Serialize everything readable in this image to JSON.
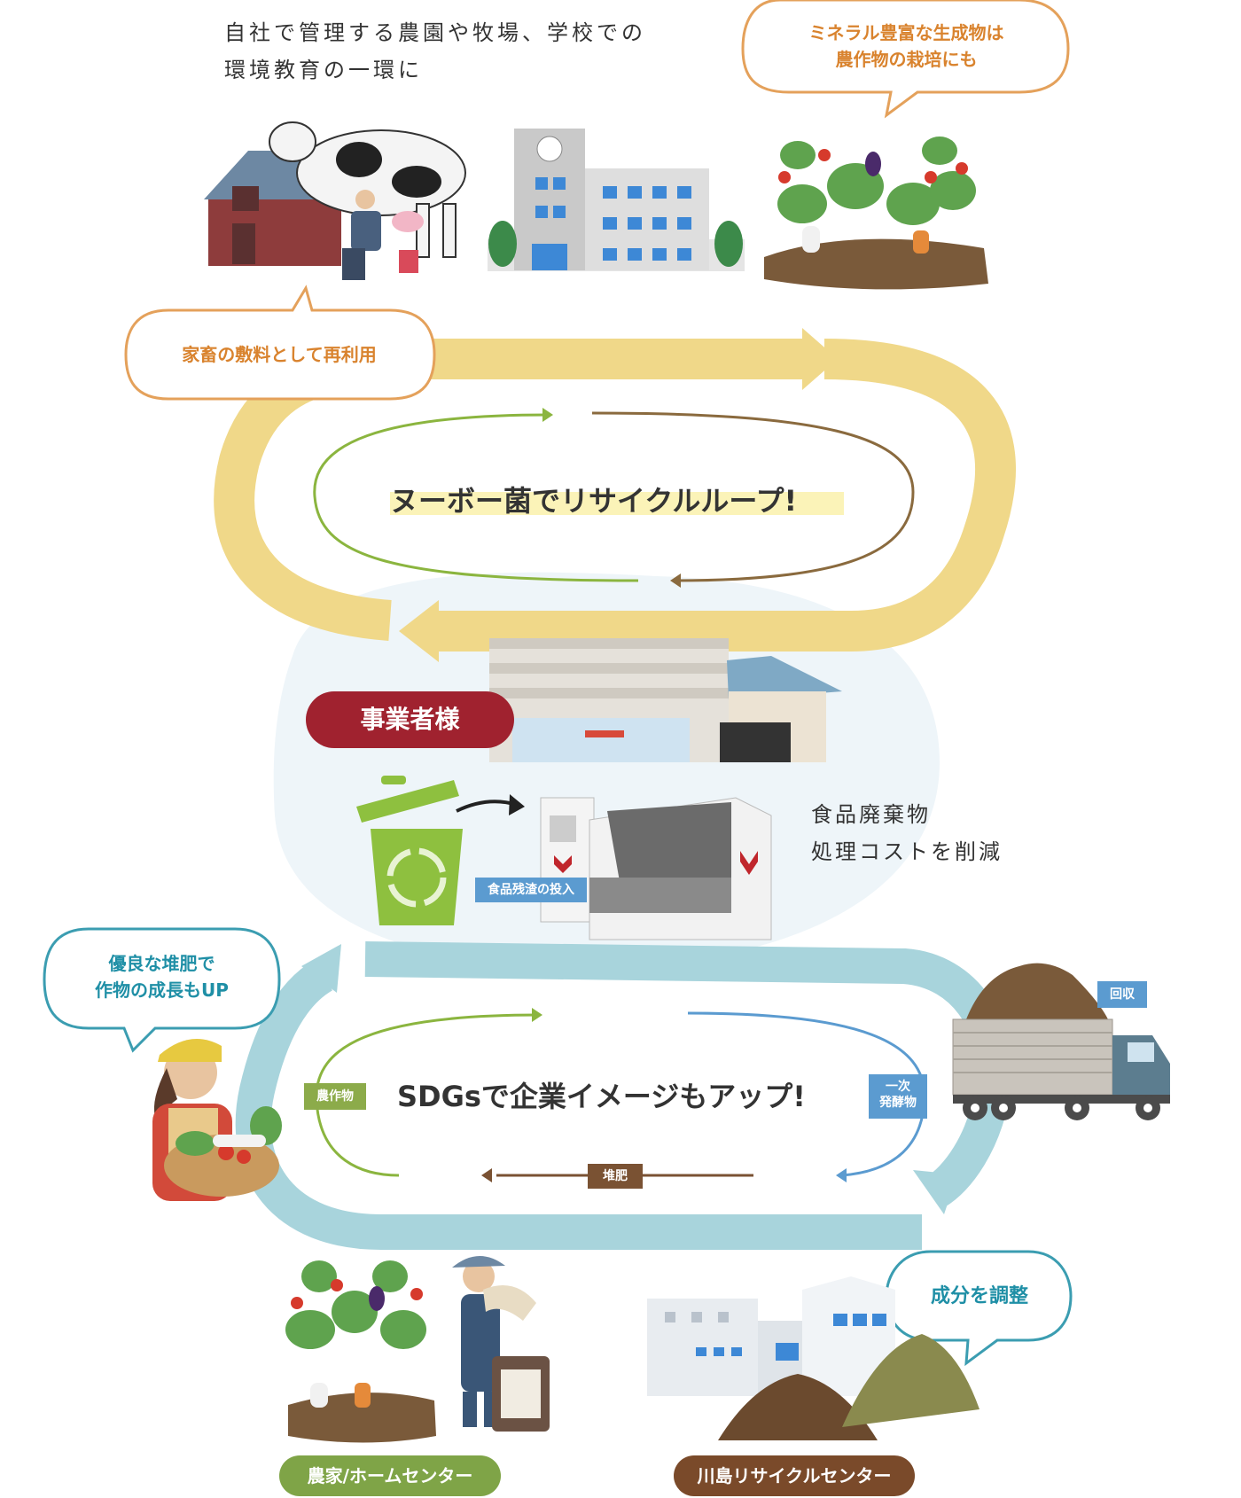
{
  "top_caption": {
    "line1": "自社で管理する農園や牧場、学校での",
    "line2": "環境教育の一環に"
  },
  "bubble_mineral": {
    "line1": "ミネラル豊富な生成物は",
    "line2": "農作物の栽培にも"
  },
  "bubble_bedding": "家畜の敷料として再利用",
  "loop_top_title": "ヌーボー菌でリサイクルループ!",
  "business_badge": "事業者様",
  "food_waste": {
    "line1": "食品廃棄物",
    "line2": "処理コストを削減"
  },
  "tag_input": "食品残渣の投入",
  "bubble_compost": {
    "line1": "優良な堆肥で",
    "line2": "作物の成長もUP"
  },
  "tag_collect": "回収",
  "loop_bottom_title": "SDGsで企業イメージもアップ!",
  "tag_crops": "農作物",
  "tag_primary": {
    "line1": "一次",
    "line2": "発酵物"
  },
  "tag_compost": "堆肥",
  "bubble_adjust": "成分を調整",
  "label_farmers": "農家/ホームセンター",
  "label_center": "川島リサイクルセンター",
  "colors": {
    "yellow_loop": "#f0d889",
    "blue_loop": "#a8d4dc",
    "orange": "#d9832e",
    "teal": "#1f8fa6",
    "maroon": "#a0222f",
    "green_label": "#7fa447",
    "brown_label": "#7a4a2a",
    "tag_blue": "#5b9bd0",
    "tag_green": "#8cab4a",
    "tag_brown": "#7a5233"
  }
}
